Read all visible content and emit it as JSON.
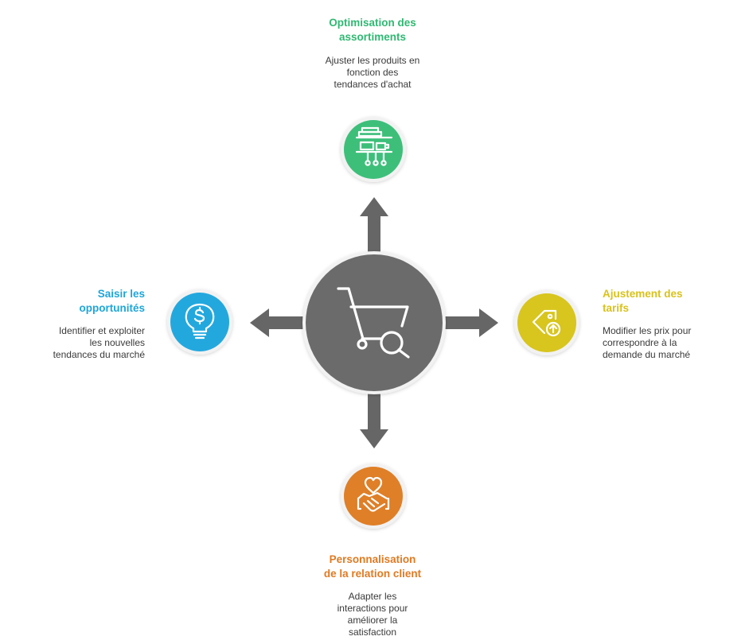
{
  "center": {
    "icon": "shopping-cart-search-icon",
    "color": "#6b6b6b"
  },
  "nodes": {
    "top": {
      "title": "Optimisation des\nassortiments",
      "description": "Ajuster les produits en\nfonction des\ntendances d'achat",
      "icon": "shelf-products-icon",
      "color": "#3dbf7a"
    },
    "left": {
      "title": "Saisir les\nopportunités",
      "description": "Identifier et exploiter\nles nouvelles\ntendances du marché",
      "icon": "lightbulb-dollar-icon",
      "color": "#23a8de"
    },
    "right": {
      "title": "Ajustement des\ntarifs",
      "description": "Modifier les prix pour\ncorrespondre à la\ndemande du marché",
      "icon": "price-tag-up-icon",
      "color": "#d8c51e"
    },
    "bottom": {
      "title": "Personnalisation\nde la relation client",
      "description": "Adapter les\ninteractions pour\naméliorer la\nsatisfaction",
      "icon": "handshake-heart-icon",
      "color": "#df7f27"
    }
  }
}
